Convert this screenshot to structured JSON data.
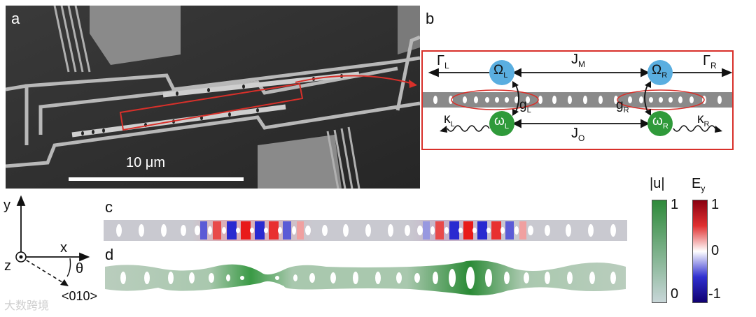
{
  "panels": {
    "a": "a",
    "b": "b",
    "c": "c",
    "d": "d"
  },
  "sem": {
    "scale_bar_label": "10 μm"
  },
  "schematic": {
    "gamma_left": "Γ",
    "gamma_left_sub": "L",
    "gamma_right": "Γ",
    "gamma_right_sub": "R",
    "J_M": "J",
    "J_M_sub": "M",
    "J_O": "J",
    "J_O_sub": "O",
    "Omega_L": "Ω",
    "Omega_L_sub": "L",
    "Omega_R": "Ω",
    "Omega_R_sub": "R",
    "omega_L": "ω",
    "omega_L_sub": "L",
    "omega_R": "ω",
    "omega_R_sub": "R",
    "g_L": "g",
    "g_L_sub": "L",
    "g_R": "g",
    "g_R_sub": "R",
    "kappa_L": "κ",
    "kappa_L_sub": "L",
    "kappa_R": "κ",
    "kappa_R_sub": "R"
  },
  "axes": {
    "y": "y",
    "x": "x",
    "z": "z",
    "theta": "θ",
    "direction": "<010>"
  },
  "colorbars": {
    "u_title": "|u|",
    "u_max": "1",
    "u_min": "0",
    "E_title": "E",
    "E_title_sub": "y",
    "E_max": "1",
    "E_mid": "0",
    "E_min": "-1"
  },
  "colors": {
    "frame_red": "#d8302a",
    "mech_blue": "#5aaee0",
    "opt_green": "#2f9a3a",
    "beam_gray": "#8a8a8a"
  },
  "watermark": "大数跨境"
}
